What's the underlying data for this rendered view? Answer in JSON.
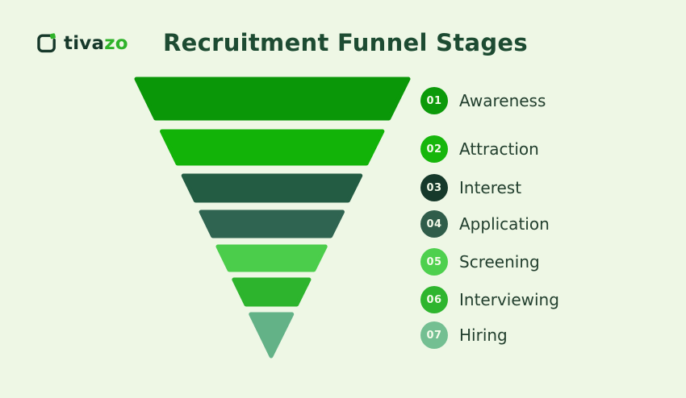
{
  "page": {
    "background_color": "#eef7e5"
  },
  "logo": {
    "icon": "tivazo-square-icon",
    "text_primary": "tiva",
    "text_accent": "zo",
    "primary_color": "#16382a",
    "accent_color": "#2fb32a"
  },
  "title": {
    "text": "Recruitment Funnel Stages",
    "color": "#1d4b32"
  },
  "chart_data": {
    "type": "funnel",
    "title": "Recruitment Funnel Stages",
    "orientation": "inverted",
    "legend_position": "right",
    "badge_text_color": "#f4fbea",
    "label_text_color": "#223f2e",
    "stages": [
      {
        "number": "01",
        "label": "Awareness",
        "funnel_color": "#0a9708",
        "badge_color": "#0c9a0a"
      },
      {
        "number": "02",
        "label": "Attraction",
        "funnel_color": "#12b308",
        "badge_color": "#17b60c"
      },
      {
        "number": "03",
        "label": "Interest",
        "funnel_color": "#235c43",
        "badge_color": "#16392b"
      },
      {
        "number": "04",
        "label": "Application",
        "funnel_color": "#2f6451",
        "badge_color": "#305d4a"
      },
      {
        "number": "05",
        "label": "Screening",
        "funnel_color": "#4bcd4b",
        "badge_color": "#4ed04e"
      },
      {
        "number": "06",
        "label": "Interviewing",
        "funnel_color": "#2db42d",
        "badge_color": "#2eb52e"
      },
      {
        "number": "07",
        "label": "Hiring",
        "funnel_color": "#63b287",
        "badge_color": "#74bf92"
      }
    ]
  }
}
